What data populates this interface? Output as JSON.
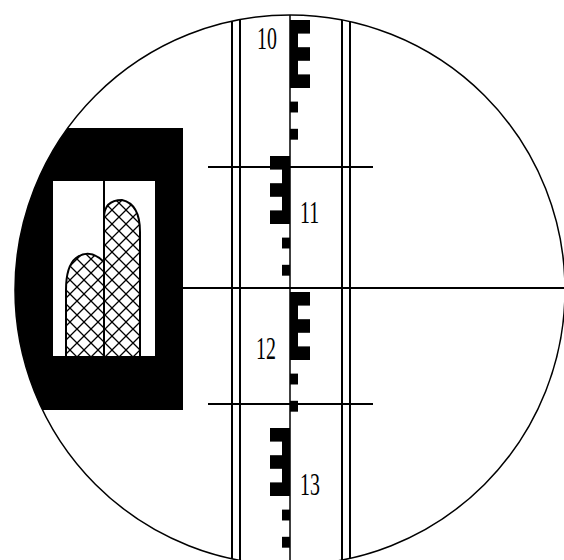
{
  "diagram": {
    "labels": [
      "10",
      "11",
      "12",
      "13"
    ]
  }
}
